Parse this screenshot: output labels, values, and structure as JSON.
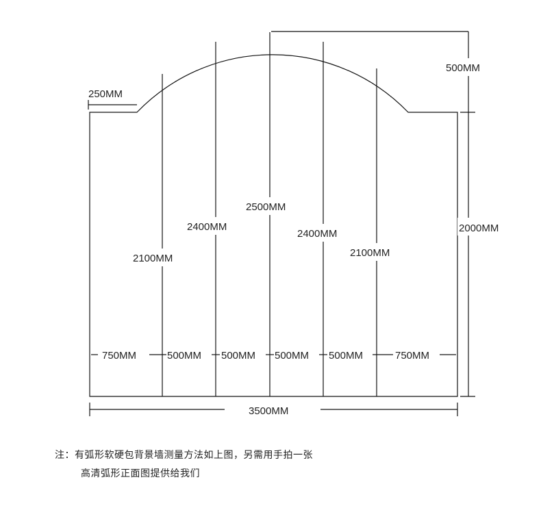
{
  "diagram": {
    "top_offset_label": "250MM",
    "arch_height_label": "500MM",
    "side_height_label": "2000MM",
    "total_width_label": "3500MM",
    "panel_heights": [
      "2100MM",
      "2400MM",
      "2500MM",
      "2400MM",
      "2100MM"
    ],
    "panel_widths": [
      "750MM",
      "500MM",
      "500MM",
      "500MM",
      "500MM",
      "750MM"
    ]
  },
  "note": {
    "line1": "注：有弧形软硬包背景墙测量方法如上图，另需用手拍一张",
    "line2": "高清弧形正面图提供给我们"
  }
}
